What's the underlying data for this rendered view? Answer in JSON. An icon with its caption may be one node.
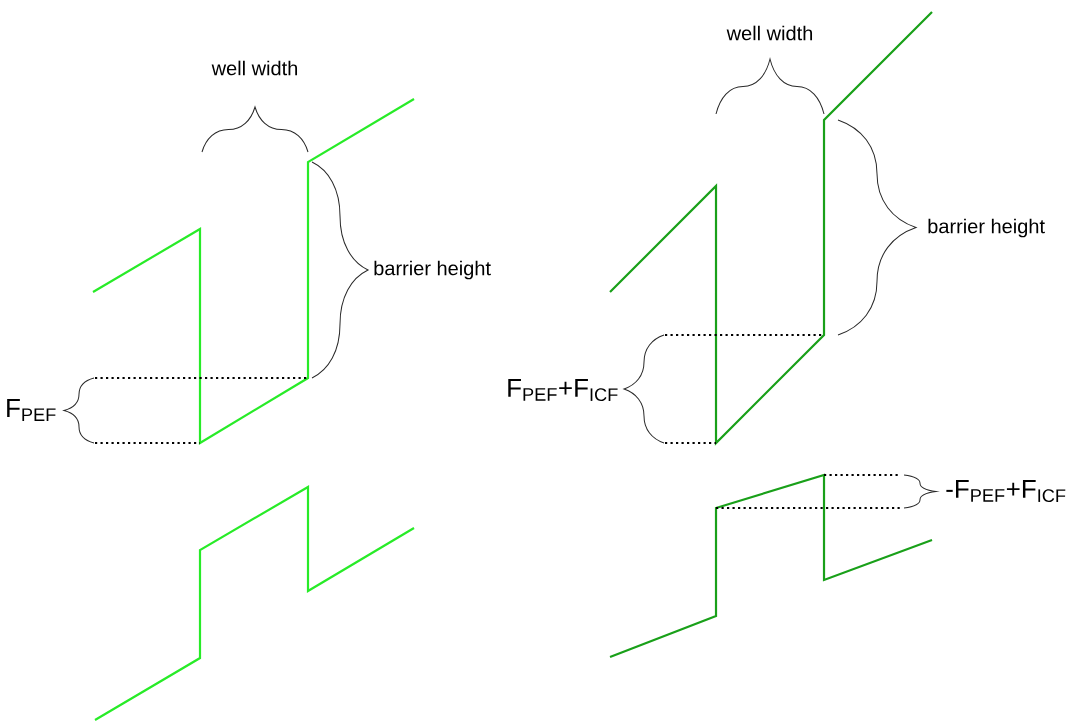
{
  "diagram": {
    "labels": [
      "well width",
      "barrier height",
      "F$_{PEF}$",
      "well width",
      "barrier height",
      "F$_{PEF}$+F$_{ICF}$",
      "-F$_{PEF}$+F$_{ICF}$"
    ]
  }
}
